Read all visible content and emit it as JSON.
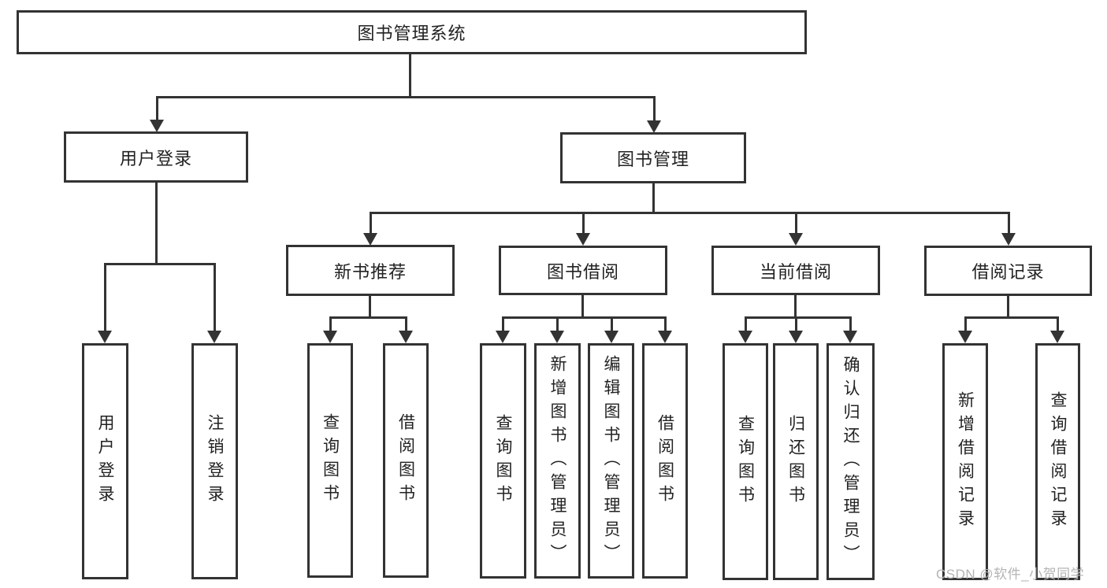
{
  "tree": {
    "root": {
      "label": "图书管理系统",
      "children": [
        {
          "label": "用户登录",
          "children": [
            {
              "label": "用户登录"
            },
            {
              "label": "注销登录"
            }
          ]
        },
        {
          "label": "图书管理",
          "children": [
            {
              "label": "新书推荐",
              "children": [
                {
                  "label": "查询图书"
                },
                {
                  "label": "借阅图书"
                }
              ]
            },
            {
              "label": "图书借阅",
              "children": [
                {
                  "label": "查询图书"
                },
                {
                  "label": "新增图书（管理员）"
                },
                {
                  "label": "编辑图书（管理员）"
                },
                {
                  "label": "借阅图书"
                }
              ]
            },
            {
              "label": "当前借阅",
              "children": [
                {
                  "label": "查询图书"
                },
                {
                  "label": "归还图书"
                },
                {
                  "label": "确认归还（管理员）"
                }
              ]
            },
            {
              "label": "借阅记录",
              "children": [
                {
                  "label": "新增借阅记录"
                },
                {
                  "label": "查询借阅记录"
                }
              ]
            }
          ]
        }
      ]
    }
  },
  "watermark": {
    "text": "CSDN @软件_小贺同学"
  },
  "colors": {
    "line": "#333333",
    "text": "#222222",
    "watermark": "#b4b4b4",
    "background": "#ffffff"
  }
}
